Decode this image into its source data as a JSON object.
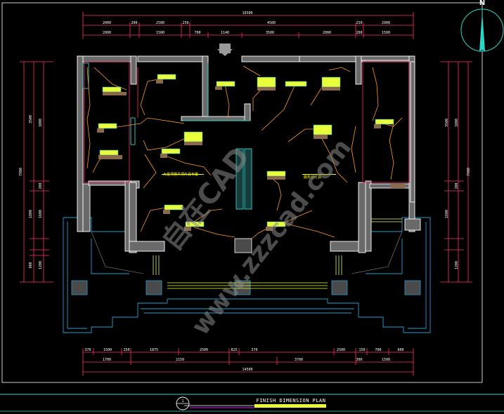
{
  "drawing": {
    "title": "FINISH DIMENSION PLAN",
    "north_label": "N",
    "watermark_cn": "自在CAD",
    "watermark_url": "www.zzzcad.com",
    "note_left": "大堂顶棚吊顶灯具布置",
    "note_right": "服务台灯具",
    "section_mark": "1"
  },
  "dimensions": {
    "top_total": "16500",
    "top_row": [
      "2000",
      "200",
      "2500",
      "250",
      "4500",
      "250",
      "2000"
    ],
    "top_row2": [
      "2000",
      "1500",
      "700",
      "1140",
      "3500",
      "2000",
      "200",
      "1500"
    ],
    "bottom_row": [
      "370",
      "1500",
      "250",
      "1875",
      "2500",
      "825",
      "370",
      "2500",
      "150",
      "700",
      "600"
    ],
    "bottom_row2": [
      "1700",
      "2150",
      "3700",
      "300",
      "1500"
    ],
    "bottom_total": "14500",
    "left_total": "7900",
    "left_rows": [
      "3500",
      "1800",
      "800",
      "3800",
      "200",
      "1600",
      "1200"
    ],
    "right_total": "7900",
    "right_rows": [
      "3500",
      "3800",
      "200",
      "1600",
      "1200"
    ]
  },
  "colors": {
    "background": "#000000",
    "walls": "#ffffff",
    "wall_fill": "#6a6a6a",
    "dimension_lines": "#ff2f6d",
    "wiring": "#ff9a1e",
    "exterior": "#1f9fd6",
    "light_fixture": "#e8ff3a",
    "cabinet": "#8a6a4a",
    "accent_cyan": "#2ad7c9"
  }
}
